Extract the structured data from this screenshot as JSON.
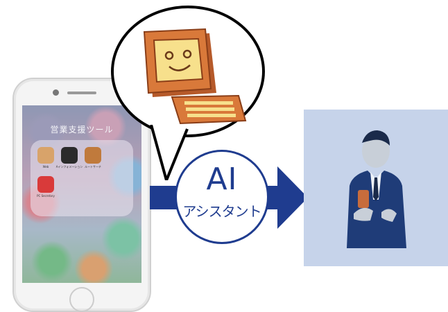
{
  "phone": {
    "folder_title": "営業支援ツール",
    "apps": [
      {
        "label": "Web",
        "color": "#d8a36a",
        "icon": "character-app-icon"
      },
      {
        "label": "Aインフォメーション",
        "color": "#2b2b2b",
        "icon": "dark-app-icon"
      },
      {
        "label": "ルートサーチ",
        "color": "#c07a3c",
        "icon": "orange-app-icon"
      },
      {
        "label": "PC Secretary",
        "color": "#d93a3a",
        "icon": "red-app-icon"
      }
    ]
  },
  "ai": {
    "title": "AI",
    "subtitle": "アシスタント"
  },
  "colors": {
    "arrow": "#1f3c8f",
    "panel": "#c6d3ea",
    "robot_body": "#d9793a",
    "robot_screen": "#f7e08c"
  }
}
